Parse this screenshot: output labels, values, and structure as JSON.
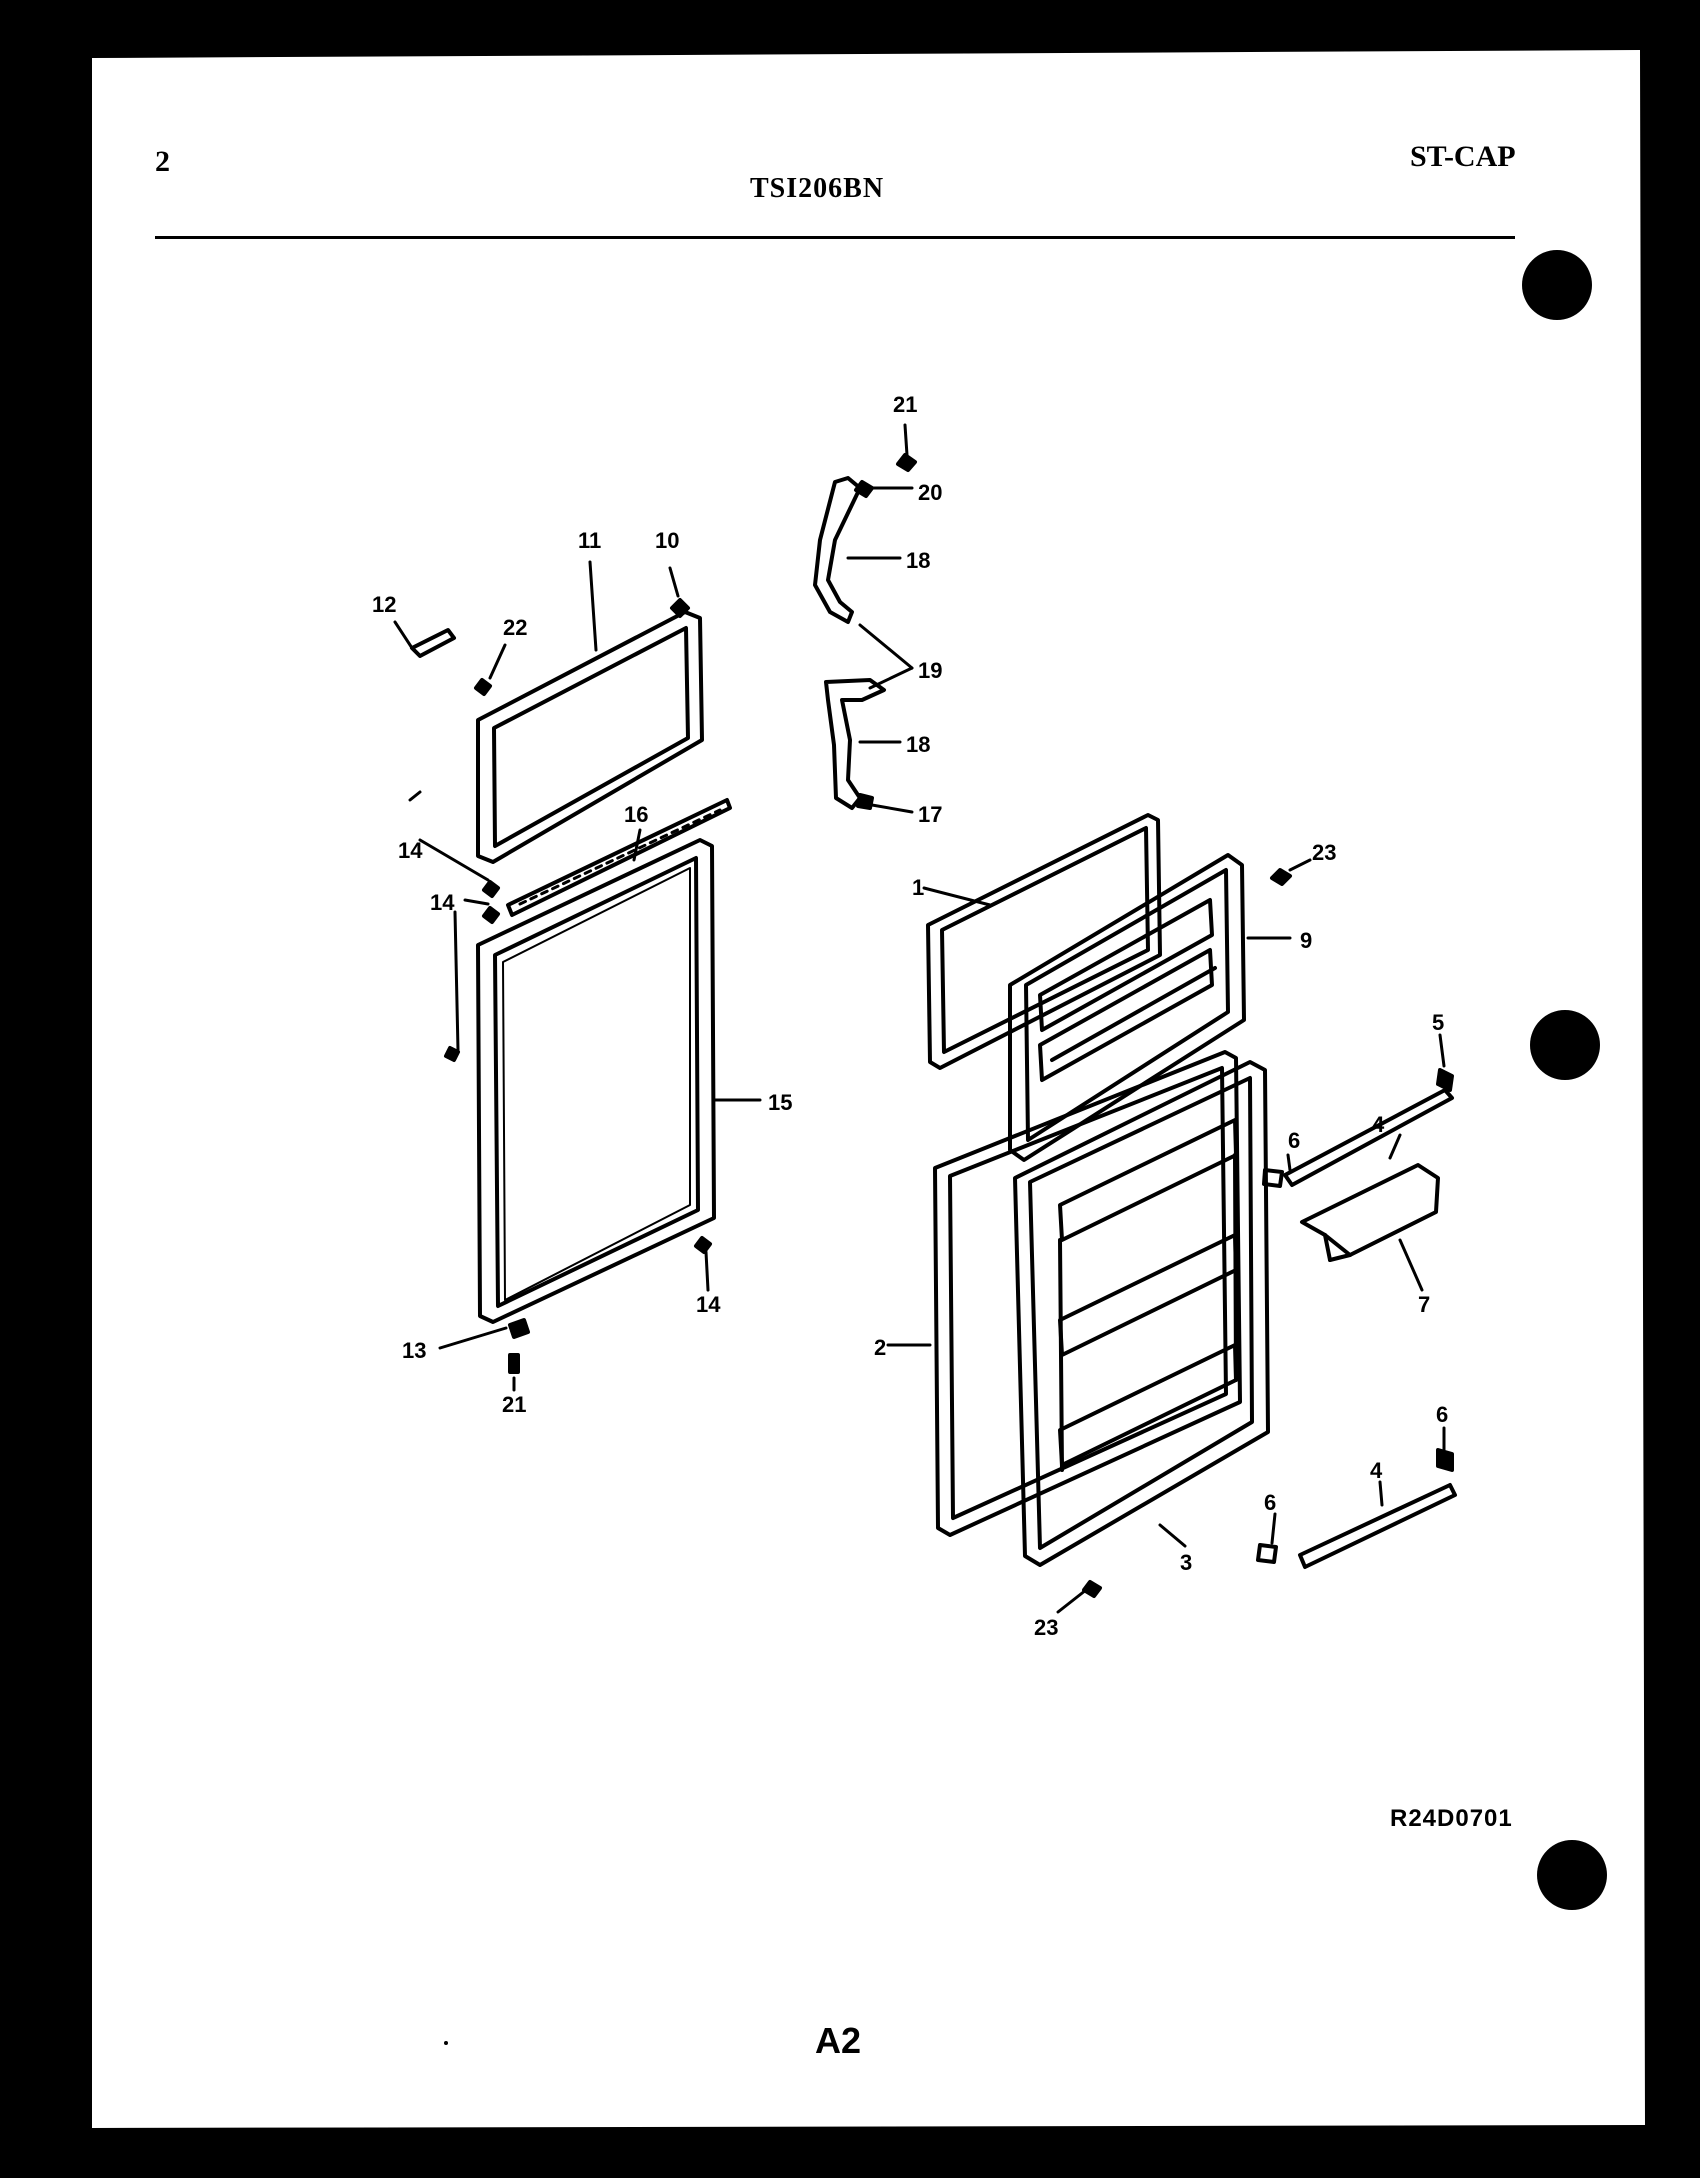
{
  "header": {
    "page_number": "2",
    "model_number": "TSI206BN",
    "brand_code": "ST-CAP"
  },
  "diagram": {
    "reference_code": "R24D0701",
    "page_code": "A2",
    "callouts": {
      "c1": "1",
      "c2": "2",
      "c3": "3",
      "c4a": "4",
      "c4b": "4",
      "c5": "5",
      "c6a": "6",
      "c6b": "6",
      "c6c": "6",
      "c7": "7",
      "c9": "9",
      "c10": "10",
      "c11": "11",
      "c12": "12",
      "c13": "13",
      "c14a": "14",
      "c14b": "14",
      "c14c": "14",
      "c15": "15",
      "c16": "16",
      "c17": "17",
      "c18a": "18",
      "c18b": "18",
      "c19": "19",
      "c20": "20",
      "c21a": "21",
      "c21b": "21",
      "c22": "22",
      "c23a": "23",
      "c23b": "23"
    }
  }
}
